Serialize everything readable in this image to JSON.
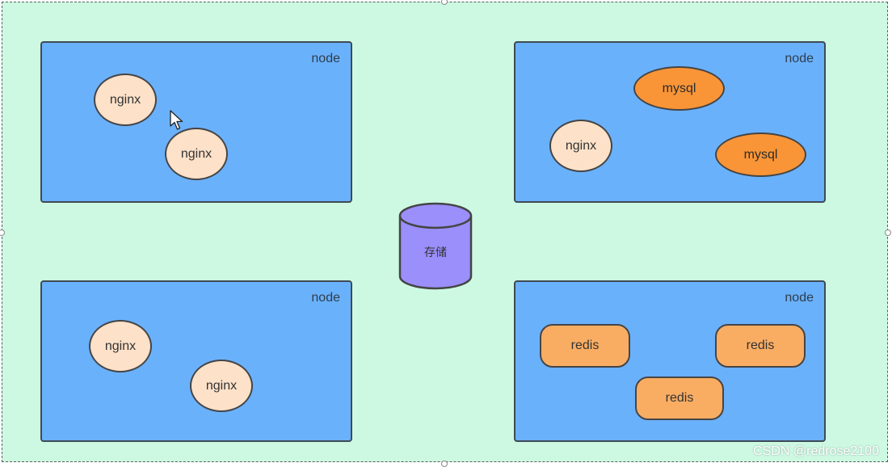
{
  "nodes": [
    {
      "label": "node",
      "pods": [
        {
          "name": "nginx",
          "kind": "nginx"
        },
        {
          "name": "nginx",
          "kind": "nginx"
        }
      ]
    },
    {
      "label": "node",
      "pods": [
        {
          "name": "mysql",
          "kind": "mysql"
        },
        {
          "name": "nginx",
          "kind": "nginx"
        },
        {
          "name": "mysql",
          "kind": "mysql"
        }
      ]
    },
    {
      "label": "node",
      "pods": [
        {
          "name": "nginx",
          "kind": "nginx"
        },
        {
          "name": "nginx",
          "kind": "nginx"
        }
      ]
    },
    {
      "label": "node",
      "pods": [
        {
          "name": "redis",
          "kind": "redis"
        },
        {
          "name": "redis",
          "kind": "redis"
        },
        {
          "name": "redis",
          "kind": "redis"
        }
      ]
    }
  ],
  "storage": {
    "label": "存储"
  },
  "watermark": "CSDN @redrose2100",
  "colors": {
    "cluster_background": "#cdf9e3",
    "node_fill": "#6ab1fc",
    "nginx_fill": "#fde1c9",
    "mysql_fill": "#f99537",
    "redis_fill": "#f9ad63",
    "storage_fill": "#9a8ffb"
  }
}
